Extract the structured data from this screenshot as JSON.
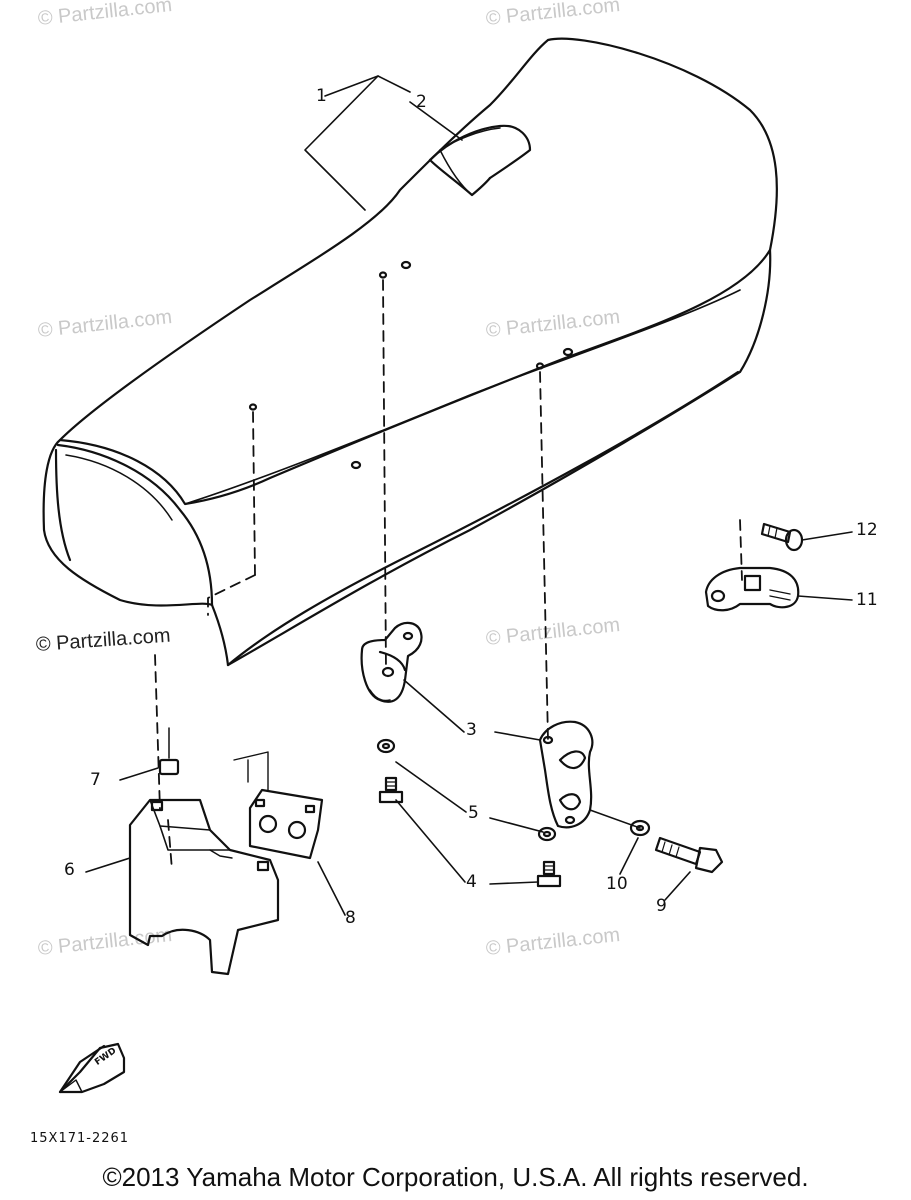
{
  "watermarks": [
    "© Partzilla.com",
    "© Partzilla.com",
    "© Partzilla.com",
    "© Partzilla.com",
    "© Partzilla.com",
    "© Partzilla.com",
    "© Partzilla.com",
    "© Partzilla.com"
  ],
  "callouts": {
    "c1": "1",
    "c2": "2",
    "c3": "3",
    "c4": "4",
    "c5": "5",
    "c6": "6",
    "c7": "7",
    "c8": "8",
    "c9": "9",
    "c10": "10",
    "c11": "11",
    "c12": "12"
  },
  "fwd_label": "FWD",
  "diagram_code": "15X171-2261",
  "copyright": "©2013 Yamaha Motor Corporation, U.S.A. All rights reserved."
}
